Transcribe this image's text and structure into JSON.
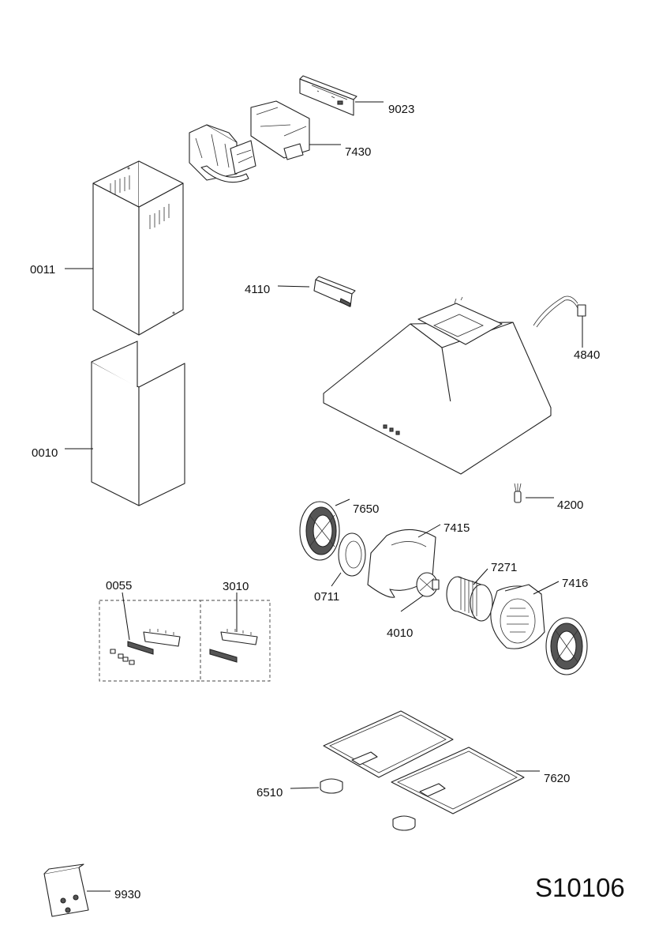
{
  "drawing_code": "S10106",
  "parts": [
    {
      "id": "part-9023",
      "label": "9023"
    },
    {
      "id": "part-7430",
      "label": "7430"
    },
    {
      "id": "part-0011",
      "label": "0011"
    },
    {
      "id": "part-4110",
      "label": "4110"
    },
    {
      "id": "part-4840",
      "label": "4840"
    },
    {
      "id": "part-0010",
      "label": "0010"
    },
    {
      "id": "part-4200",
      "label": "4200"
    },
    {
      "id": "part-7650",
      "label": "7650"
    },
    {
      "id": "part-7415",
      "label": "7415"
    },
    {
      "id": "part-0711",
      "label": "0711"
    },
    {
      "id": "part-7271",
      "label": "7271"
    },
    {
      "id": "part-7416",
      "label": "7416"
    },
    {
      "id": "part-4010",
      "label": "4010"
    },
    {
      "id": "part-0055",
      "label": "0055"
    },
    {
      "id": "part-3010",
      "label": "3010"
    },
    {
      "id": "part-7620",
      "label": "7620"
    },
    {
      "id": "part-6510",
      "label": "6510"
    },
    {
      "id": "part-9930",
      "label": "9930"
    }
  ]
}
